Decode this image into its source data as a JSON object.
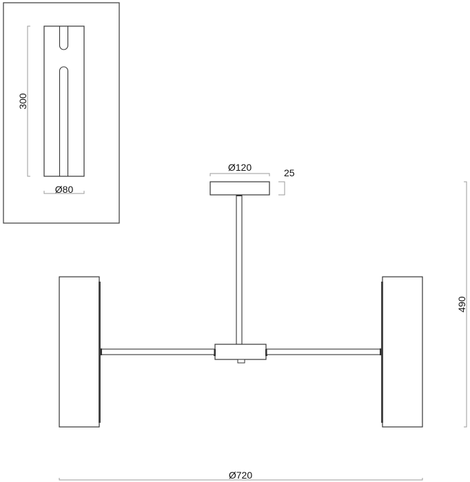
{
  "title": "Pendant lamp technical drawing",
  "colors": {
    "outline": "#333333",
    "dimension_line": "#999999",
    "text": "#111111",
    "background": "#ffffff"
  },
  "detail_view": {
    "height_label": "300",
    "diameter_label": "Ø80"
  },
  "main_view": {
    "canopy_diameter_label": "Ø120",
    "canopy_height_label": "25",
    "total_height_label": "490",
    "total_width_label": "Ø720"
  }
}
